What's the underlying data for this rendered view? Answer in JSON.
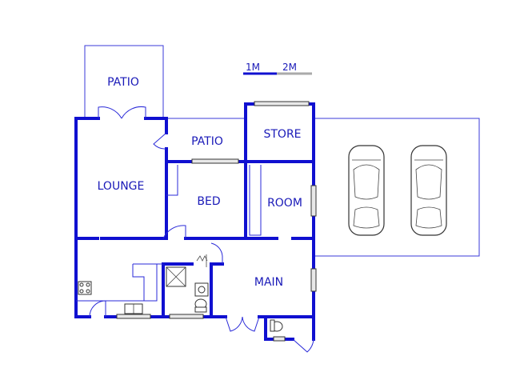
{
  "scale": {
    "label_1m": "1M",
    "label_2m": "2M"
  },
  "rooms": {
    "patio_top": "PATIO",
    "patio_mid": "PATIO",
    "store": "STORE",
    "lounge": "LOUNGE",
    "bed": "BED",
    "room": "ROOM",
    "main": "MAIN"
  },
  "colors": {
    "wall": "#1010d0",
    "label": "#1a1ab8"
  }
}
